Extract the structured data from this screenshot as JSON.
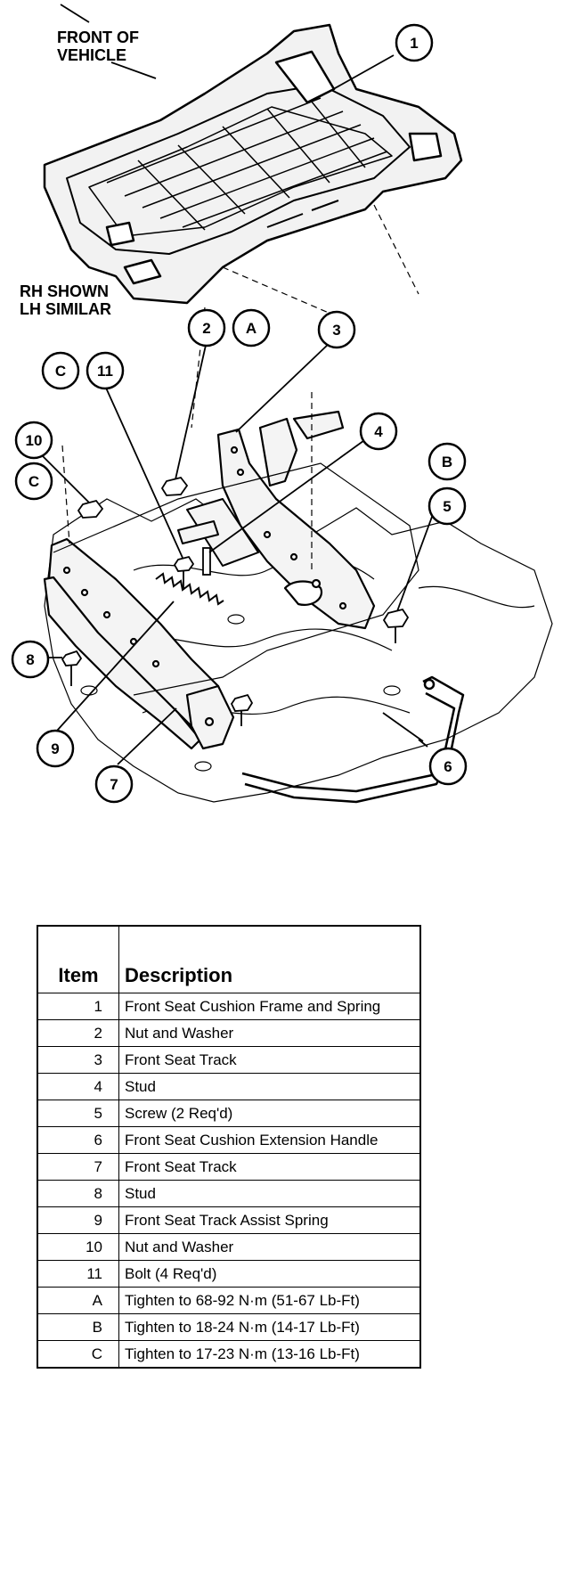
{
  "notes": {
    "front_line1": "FRONT OF",
    "front_line2": "VEHICLE",
    "rh_line1": "RH SHOWN",
    "rh_line2": "LH SIMILAR"
  },
  "callouts": [
    "1",
    "2",
    "A",
    "3",
    "C",
    "11",
    "4",
    "10",
    "B",
    "C",
    "5",
    "8",
    "9",
    "7",
    "6"
  ],
  "table": {
    "headers": [
      "Item",
      "Description"
    ],
    "rows": [
      {
        "item": "1",
        "description": "Front Seat Cushion Frame and Spring"
      },
      {
        "item": "2",
        "description": "Nut and Washer"
      },
      {
        "item": "3",
        "description": "Front Seat Track"
      },
      {
        "item": "4",
        "description": "Stud"
      },
      {
        "item": "5",
        "description": "Screw (2 Req'd)"
      },
      {
        "item": "6",
        "description": "Front Seat Cushion Extension Handle"
      },
      {
        "item": "7",
        "description": "Front Seat Track"
      },
      {
        "item": "8",
        "description": "Stud"
      },
      {
        "item": "9",
        "description": "Front Seat Track Assist Spring"
      },
      {
        "item": "10",
        "description": "Nut and Washer"
      },
      {
        "item": "11",
        "description": "Bolt (4 Req'd)"
      },
      {
        "item": "A",
        "description": "Tighten to 68-92 N·m (51-67 Lb-Ft)"
      },
      {
        "item": "B",
        "description": "Tighten to 18-24 N·m (14-17 Lb-Ft)"
      },
      {
        "item": "C",
        "description": "Tighten to 17-23 N·m (13-16 Lb-Ft)"
      }
    ]
  }
}
